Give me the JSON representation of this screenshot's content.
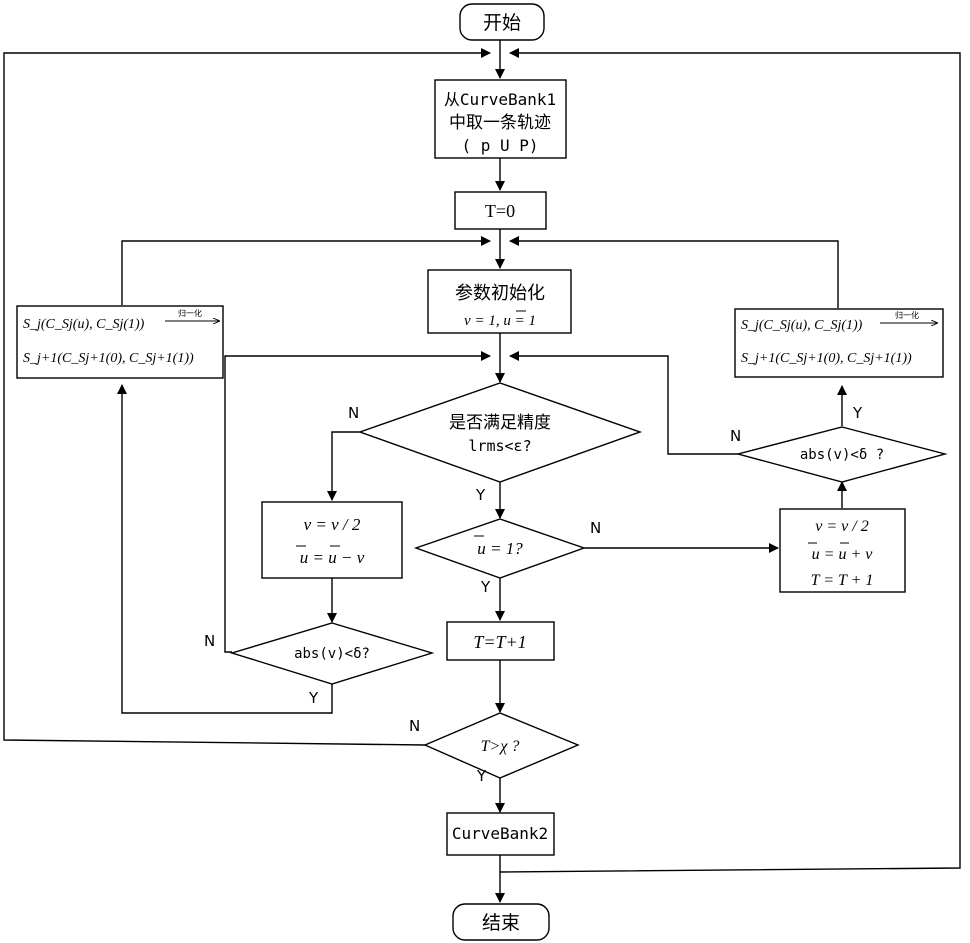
{
  "nodes": {
    "start": "开始",
    "pick_line1": "从CurveBank1",
    "pick_line2": "中取一条轨迹",
    "pick_line3": "( p U P)",
    "t_init": "T=0",
    "param_init_title": "参数初始化",
    "param_init_eq": "v = 1, u = 1",
    "precision_q_line1": "是否满足精度",
    "precision_q_line2": "lrms<ε?",
    "left_update_1": "v = v / 2",
    "left_update_2": "u = u − v",
    "u_eq_1_q": "u = 1?",
    "right_update_1": "v = v / 2",
    "right_update_2": "u = u + v",
    "right_update_3": "T = T + 1",
    "abs_left_q": "abs(v)<δ?",
    "abs_right_q": "abs(v)<δ ?",
    "t_increment": "T=T+1",
    "t_chi_q": "T>χ ?",
    "curvebank2": "CurveBank2",
    "end": "结束"
  },
  "left_box": {
    "row1": "S_j(C_Sj(u), C_Sj(1))",
    "row2": "S_j+1(C_Sj+1(0), C_Sj+1(1))",
    "normalize": "归一化"
  },
  "right_box": {
    "row1": "S_j(C_Sj(u), C_Sj(1))",
    "row2": "S_j+1(C_Sj+1(0), C_Sj+1(1))",
    "normalize": "归一化"
  },
  "labels": {
    "n": "N",
    "y": "Y"
  }
}
